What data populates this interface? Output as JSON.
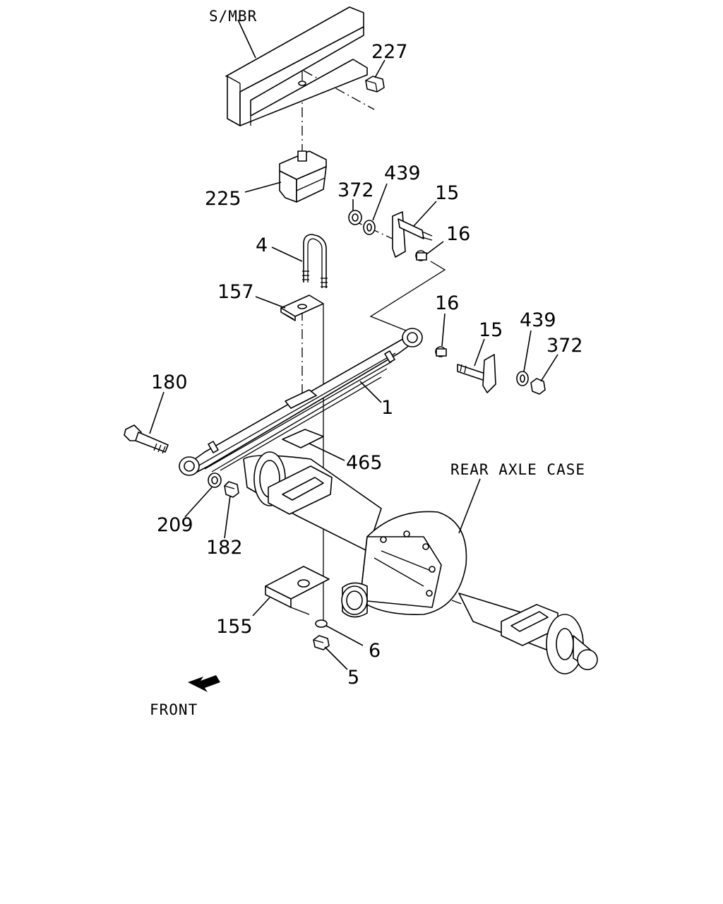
{
  "labels": {
    "sub_member": "S/MBR",
    "rear_axle_case": "REAR AXLE CASE",
    "front": "FRONT"
  },
  "part_numbers": {
    "p227": "227",
    "p225": "225",
    "p372_upper": "372",
    "p439_upper": "439",
    "p15_upper": "15",
    "p16_upper": "16",
    "p4": "4",
    "p157": "157",
    "p16_lower": "16",
    "p15_lower": "15",
    "p439_lower": "439",
    "p372_lower": "372",
    "p180": "180",
    "p1": "1",
    "p465": "465",
    "p209": "209",
    "p182": "182",
    "p155": "155",
    "p6": "6",
    "p5": "5"
  },
  "icons": {
    "front_arrow": "front-arrow-icon"
  }
}
